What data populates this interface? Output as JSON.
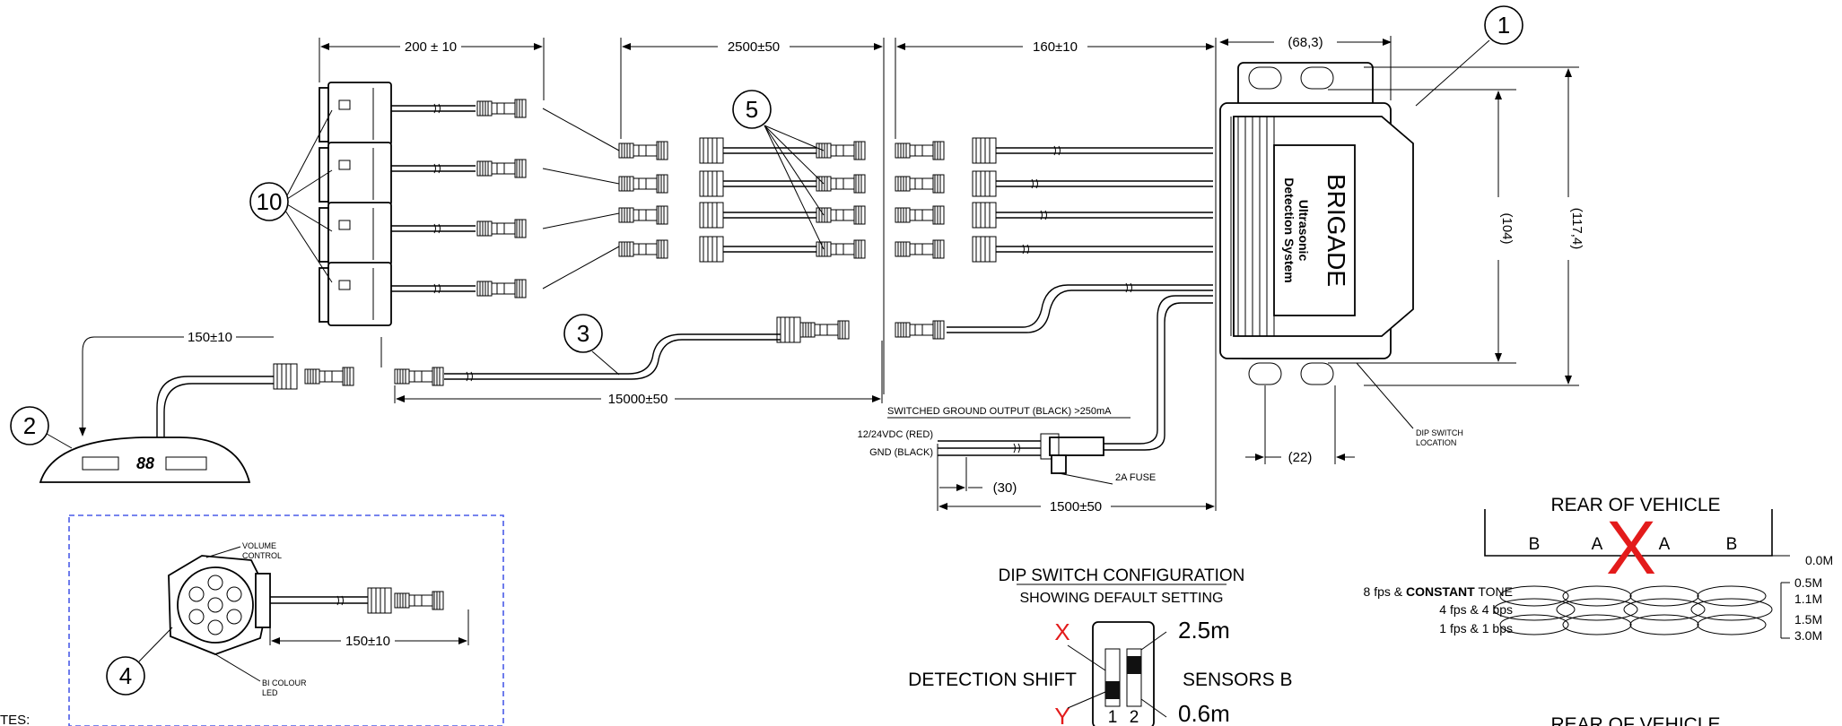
{
  "callouts": [
    "1",
    "2",
    "3",
    "4",
    "5",
    "10"
  ],
  "dimensions": {
    "sensor_cable": "200 ± 10",
    "extension_mid": "2500±50",
    "ecu_leads": "160±10",
    "ecu_width_top": "(68,3)",
    "ecu_height_inner": "(104)",
    "ecu_height_outer": "(117,4)",
    "display_lead": "150±10",
    "display_extension": "15000±50",
    "power_lead": "1500±50",
    "power_strip": "(30)",
    "mount_spacing": "(22)",
    "buzzer_lead": "150±10"
  },
  "labels": {
    "switched_ground": "SWITCHED GROUND OUTPUT (BLACK) >250mA",
    "power_red": "12/24VDC (RED)",
    "gnd_black": "GND (BLACK)",
    "fuse": "2A FUSE",
    "dip_location_1": "DIP SWITCH",
    "dip_location_2": "LOCATION",
    "volume_1": "VOLUME",
    "volume_2": "CONTROL",
    "led_1": "BI COLOUR",
    "led_2": "LED",
    "notes": "TES:",
    "display_digits": "88"
  },
  "ecu": {
    "brand": "BRIGADE",
    "product_1": "Ultrasonic",
    "product_2": "Detection System"
  },
  "dip": {
    "title": "DIP SWITCH CONFIGURATION",
    "subtitle": "SHOWING DEFAULT SETTING",
    "x_mark": "X",
    "y_mark": "Y",
    "dist_top": "2.5m",
    "dist_bottom": "0.6m",
    "left_label": "DETECTION SHIFT",
    "right_label": "SENSORS B",
    "switch_1": "1",
    "switch_2": "2"
  },
  "zones": {
    "rear_title": "REAR OF VEHICLE",
    "rear_title_2": "REAR OF VEHICLE",
    "sensor_b_left": "B",
    "sensor_a_left": "A",
    "sensor_a_right": "A",
    "sensor_b_right": "B",
    "cross_mark": "X",
    "level_0": "0.0M",
    "level_1": "0.5M",
    "level_2": "1.1M",
    "level_3": "1.5M",
    "level_4": "3.0M",
    "tone_prefix": "8 fps & ",
    "tone_bold": "CONSTANT",
    "tone_suffix": " TONE",
    "tone_2": "4 fps & 4 bps",
    "tone_3": "1 fps & 1 bps"
  },
  "colors": {
    "warning_red": "#e31b1b",
    "dashed_blue": "#4a5be8"
  }
}
